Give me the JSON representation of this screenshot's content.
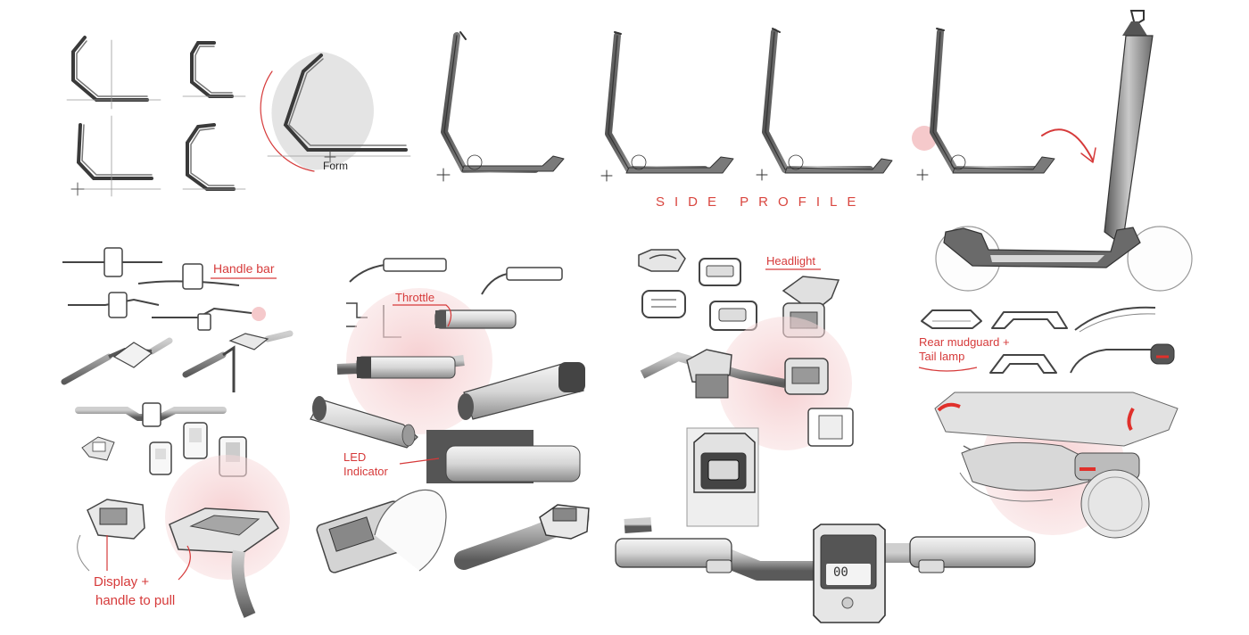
{
  "labels": {
    "form": "Form",
    "side_profile": "SIDE PROFILE",
    "handle_bar": "Handle bar",
    "throttle": "Throttle",
    "headlight": "Headlight",
    "rear_mudguard_line1": "Rear mudguard +",
    "rear_mudguard_line2": "Tail lamp",
    "led_line1": "LED",
    "led_line2": "Indicator",
    "display_line1": "Display +",
    "display_line2": "handle to pull"
  },
  "display_readout": "00",
  "colors": {
    "accent": "#d63a3a",
    "highlight": "#f7d9da",
    "stroke": "#3a3a3a",
    "light_stroke": "#9a9a9a",
    "tail_lamp": "#e0302b"
  }
}
